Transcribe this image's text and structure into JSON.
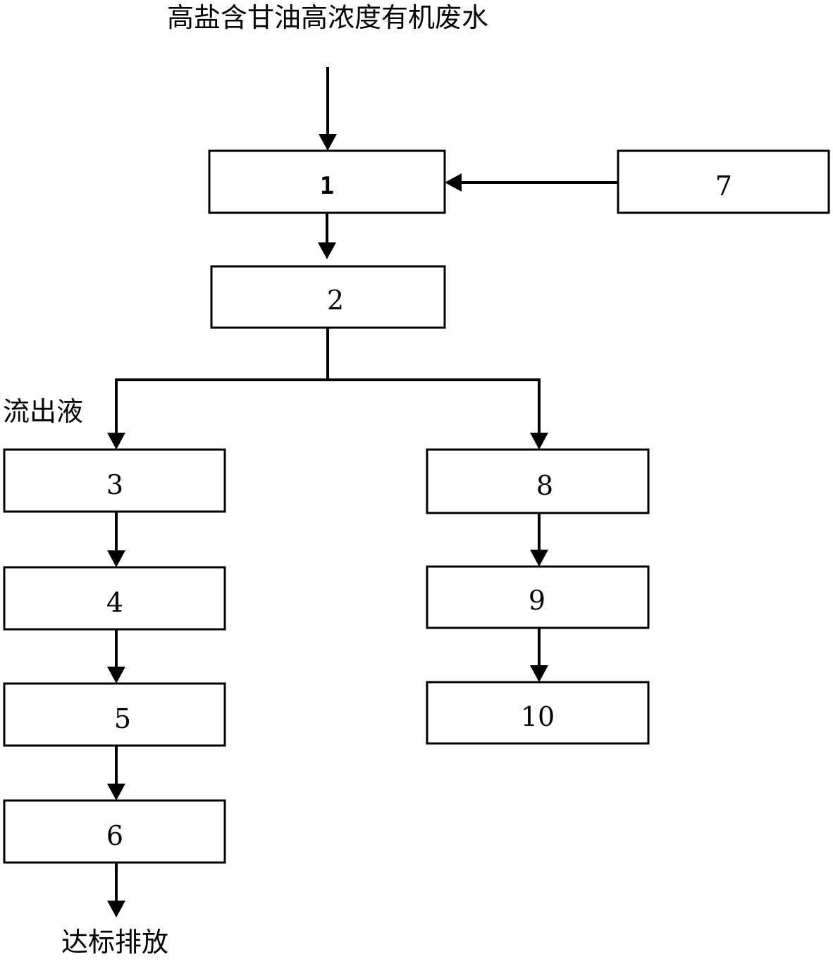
{
  "title": "高盐含甘油高浓度有机废水",
  "branch_label": "流出液",
  "output_label": "达标排放",
  "nodes": {
    "n1": "1",
    "n2": "2",
    "n3": "3",
    "n4": "4",
    "n5": "5",
    "n6": "6",
    "n7": "7",
    "n8": "8",
    "n9": "9",
    "n10": "10"
  },
  "edges": [
    {
      "from": "title",
      "to": "n1"
    },
    {
      "from": "n7",
      "to": "n1"
    },
    {
      "from": "n1",
      "to": "n2"
    },
    {
      "from": "n2",
      "to": "n3"
    },
    {
      "from": "n2",
      "to": "n8"
    },
    {
      "from": "n3",
      "to": "n4"
    },
    {
      "from": "n4",
      "to": "n5"
    },
    {
      "from": "n5",
      "to": "n6"
    },
    {
      "from": "n6",
      "to": "output"
    },
    {
      "from": "n8",
      "to": "n9"
    },
    {
      "from": "n9",
      "to": "n10"
    }
  ]
}
